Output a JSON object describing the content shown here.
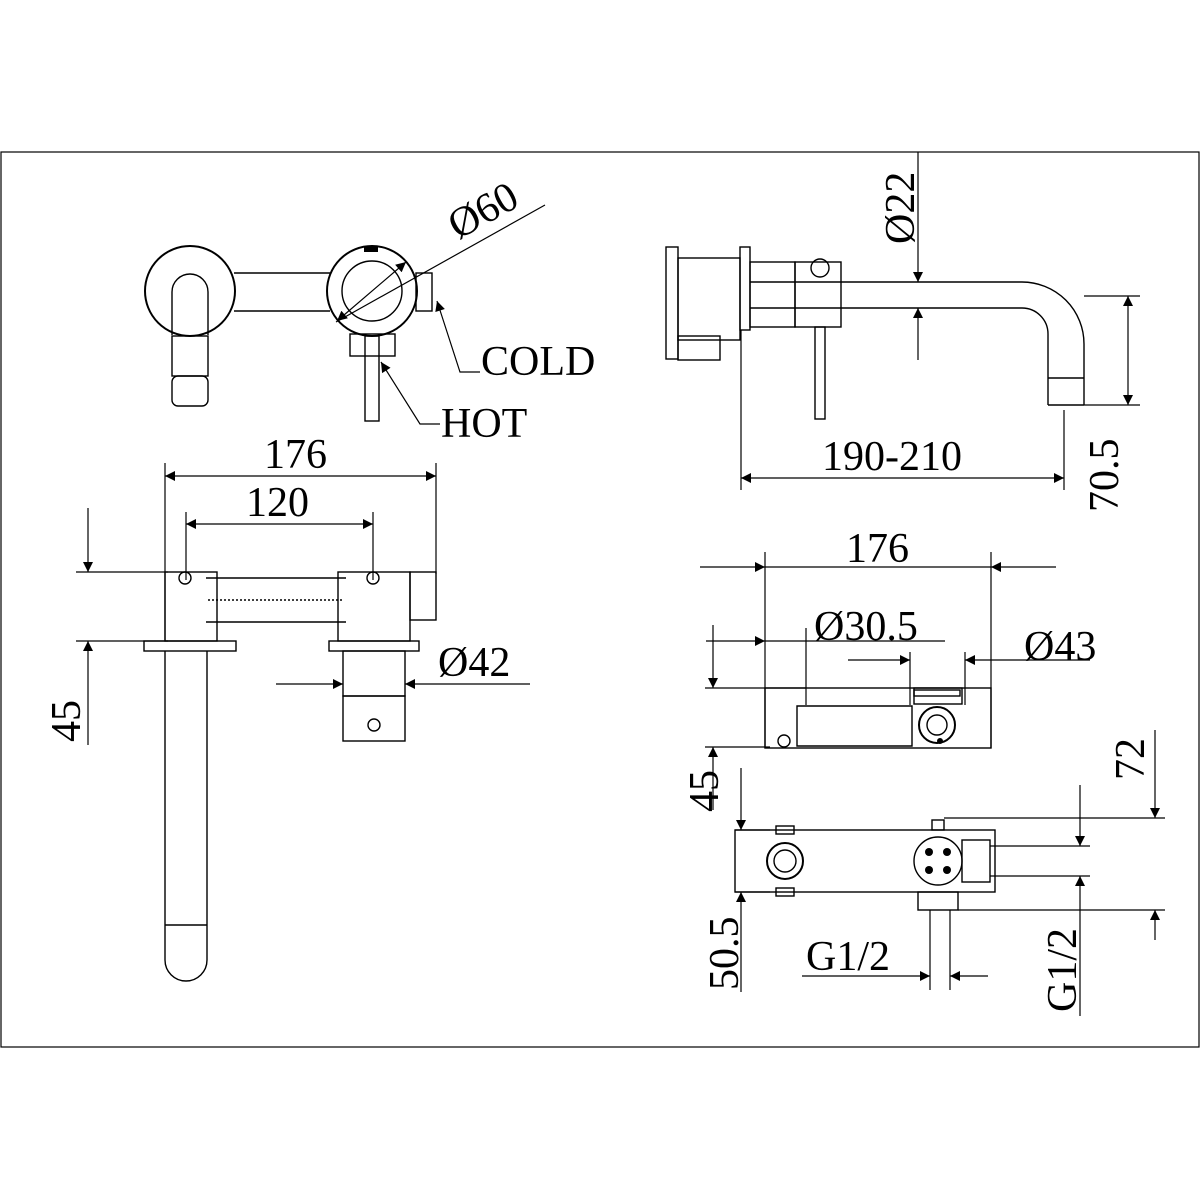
{
  "labels": {
    "cold": "COLD",
    "hot": "HOT",
    "d60": "Ø60",
    "d22": "Ø22",
    "d42": "Ø42",
    "d30_5": "Ø30.5",
    "d43": "Ø43",
    "w176_top": "176",
    "w120": "120",
    "h45_left": "45",
    "reach": "190-210",
    "h70_5": "70.5",
    "w176_right": "176",
    "h45_right": "45",
    "h72": "72",
    "h50_5": "50.5",
    "g12_bottom": "G1/2",
    "g12_side": "G1/2"
  },
  "colors": {
    "line": "#000000",
    "background": "#ffffff"
  }
}
